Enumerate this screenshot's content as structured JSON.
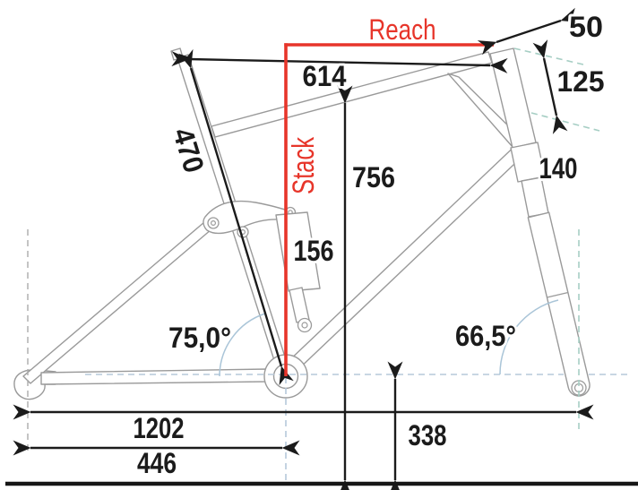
{
  "colors": {
    "accent_red": "#e7352a",
    "dimension_black": "#1b1b1b",
    "frame_gray": "#9a9a9a",
    "dash_blue": "#b5c8da",
    "dash_teal": "#a6cec4",
    "dash_gray": "#ababab",
    "arc_blue": "#aac5d8"
  },
  "labels": {
    "reach": "Reach",
    "stack": "Stack"
  },
  "dimensions": {
    "stem_offset": "50",
    "top_tube": "614",
    "head_tube": "125",
    "seat_tube": "470",
    "standover": "756",
    "fork": "140",
    "shock": "156",
    "seat_angle": "75,0°",
    "head_angle": "66,5°",
    "wheelbase": "1202",
    "chainstay": "446",
    "bb_height": "338"
  }
}
